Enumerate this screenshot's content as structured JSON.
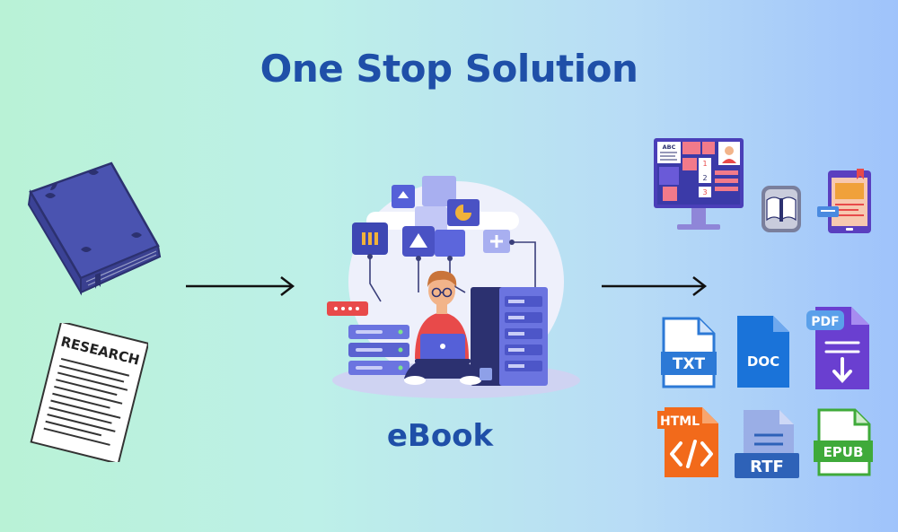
{
  "title": "One Stop Solution",
  "center_label": "eBook",
  "inputs": {
    "book": {
      "icon": "book-icon"
    },
    "paper": {
      "icon": "research-paper-icon",
      "heading": "RESEARCH"
    }
  },
  "device_screen": {
    "abc": "ABC",
    "steps": [
      "1",
      "2",
      "3"
    ]
  },
  "formats": [
    {
      "id": "txt",
      "label": "TXT",
      "color": "#2c79d6"
    },
    {
      "id": "doc",
      "label": "DOC",
      "color": "#1a73d9"
    },
    {
      "id": "pdf",
      "label": "PDF",
      "color": "#6a3fd0"
    },
    {
      "id": "html",
      "label": "HTML",
      "color": "#f26a1b"
    },
    {
      "id": "rtf",
      "label": "RTF",
      "color": "#2e62b8"
    },
    {
      "id": "epub",
      "label": "EPUB",
      "color": "#3faa3a"
    }
  ],
  "colors": {
    "title": "#1f4fa8",
    "arrow": "#111111",
    "book": "#454fa8"
  }
}
